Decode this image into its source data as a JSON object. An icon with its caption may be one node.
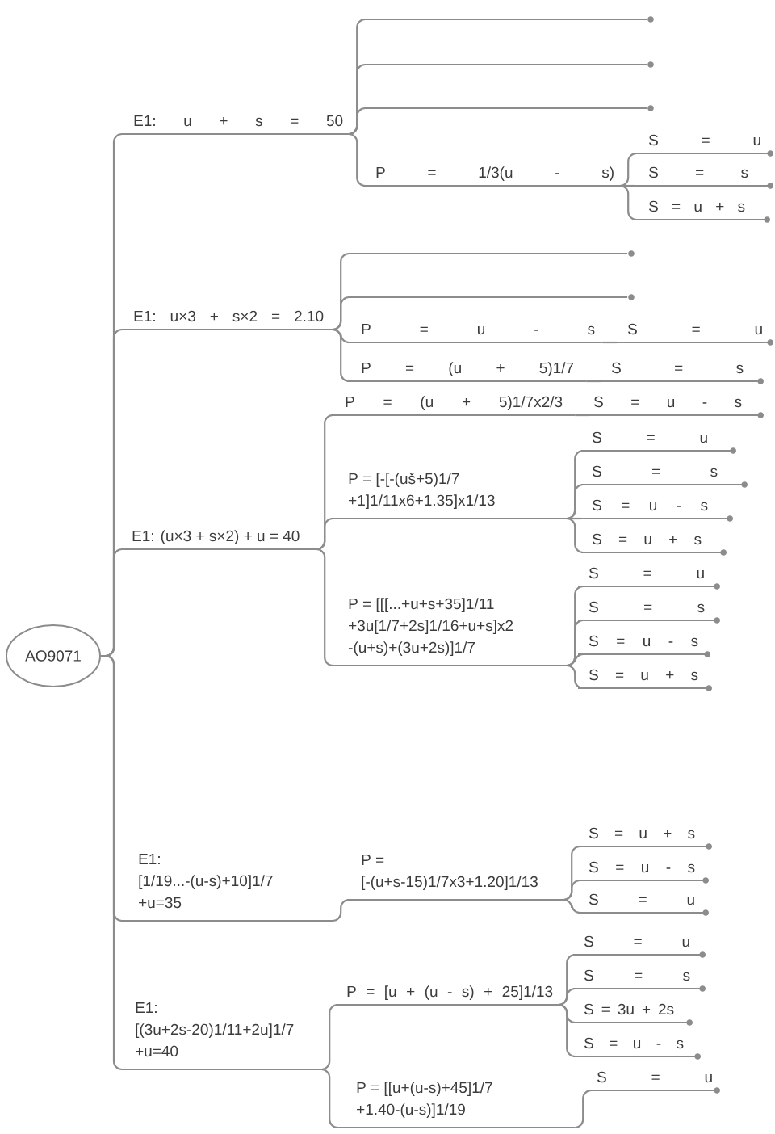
{
  "diagram": {
    "nodes": [
      {
        "text": [
          "AO9071"
        ]
      },
      {
        "text": [
          "E1: u + s = 50"
        ]
      },
      {
        "text": [],
        "shape": "dot"
      },
      {
        "text": [],
        "shape": "dot"
      },
      {
        "text": [],
        "shape": "dot"
      },
      {
        "text": [
          "P = 1/3(u - s)"
        ]
      },
      {
        "text": [
          "S = u"
        ]
      },
      {
        "text": [
          "S = s"
        ]
      },
      {
        "text": [
          "S = u + s"
        ]
      },
      {
        "text": [
          "E1: u×3 + s×2 = 2.10"
        ]
      },
      {
        "text": [],
        "shape": "dot"
      },
      {
        "text": [],
        "shape": "dot"
      },
      {
        "text": [
          "P = u - s"
        ]
      },
      {
        "text": [
          "S = u"
        ]
      },
      {
        "text": [
          "P = (u + 5)1/7"
        ]
      },
      {
        "text": [
          "S = s"
        ]
      },
      {
        "text": [
          "E1: (u×3 + s×2) + u = 40"
        ]
      },
      {
        "text": [
          "P = (u + 5)1/7x2/3"
        ]
      },
      {
        "text": [
          "S = u - s"
        ]
      },
      {
        "text": [
          "P = [-[-(uš+5)1/7 +1]1/11x6+1.35]x1/13"
        ]
      },
      {
        "text": [
          "S = u"
        ]
      },
      {
        "text": [
          "S = s"
        ]
      },
      {
        "text": [
          "S = u - s"
        ]
      },
      {
        "text": [
          "S = u + s"
        ]
      },
      {
        "text": [
          "P = [[[...+u+s+35]1/11 +3u[1/7+2s]1/16+u+s]x2 -(u+s)+(3u+2s)]1/7"
        ]
      },
      {
        "text": [
          "S = u"
        ]
      },
      {
        "text": [
          "S = s"
        ]
      },
      {
        "text": [
          "S = u - s"
        ]
      },
      {
        "text": [
          "S = u + s"
        ]
      },
      {
        "text": [
          "E1: [1/19...-(u-s)+10]1/7 +u=35"
        ]
      },
      {
        "text": [
          "P = [-(u+s-15)1/7x3+1.20]1/13"
        ]
      },
      {
        "text": [
          "S = u + s"
        ]
      },
      {
        "text": [
          "S = u - s"
        ]
      },
      {
        "text": [
          "S = u"
        ]
      },
      {
        "text": [
          "E1: [(3u+2s-20)1/11+2u]1/7 +u=40"
        ]
      },
      {
        "text": [
          "P = [u + (u - s) + 25]1/13"
        ]
      },
      {
        "text": [
          "S = u"
        ]
      },
      {
        "text": [
          "S = s"
        ]
      },
      {
        "text": [
          "S = 3u + 2s"
        ]
      },
      {
        "text": [
          "S = u - s"
        ]
      },
      {
        "text": [
          "P = [[u+(u-s)+45]1/7 +1.40-(u-s)]1/19"
        ]
      },
      {
        "text": [
          "S = u"
        ]
      }
    ],
    "edges": [
      {
        "from": 0,
        "to": 1,
        "arrow": "none"
      },
      {
        "from": 1,
        "to": 2,
        "arrow": "none"
      },
      {
        "from": 1,
        "to": 3,
        "arrow": "none"
      },
      {
        "from": 1,
        "to": 4,
        "arrow": "none"
      },
      {
        "from": 1,
        "to": 5,
        "arrow": "none"
      },
      {
        "from": 5,
        "to": 6,
        "arrow": "none"
      },
      {
        "from": 5,
        "to": 7,
        "arrow": "none"
      },
      {
        "from": 5,
        "to": 8,
        "arrow": "none"
      },
      {
        "from": 0,
        "to": 9,
        "arrow": "none"
      },
      {
        "from": 9,
        "to": 10,
        "arrow": "none"
      },
      {
        "from": 9,
        "to": 11,
        "arrow": "none"
      },
      {
        "from": 9,
        "to": 12,
        "arrow": "none"
      },
      {
        "from": 12,
        "to": 13,
        "arrow": "none"
      },
      {
        "from": 9,
        "to": 14,
        "arrow": "none"
      },
      {
        "from": 14,
        "to": 15,
        "arrow": "none"
      },
      {
        "from": 0,
        "to": 16,
        "arrow": "none"
      },
      {
        "from": 16,
        "to": 17,
        "arrow": "none"
      },
      {
        "from": 17,
        "to": 18,
        "arrow": "none"
      },
      {
        "from": 16,
        "to": 19,
        "arrow": "none"
      },
      {
        "from": 19,
        "to": 20,
        "arrow": "none"
      },
      {
        "from": 19,
        "to": 21,
        "arrow": "none"
      },
      {
        "from": 19,
        "to": 22,
        "arrow": "none"
      },
      {
        "from": 19,
        "to": 23,
        "arrow": "none"
      },
      {
        "from": 16,
        "to": 24,
        "arrow": "none"
      },
      {
        "from": 24,
        "to": 25,
        "arrow": "none"
      },
      {
        "from": 24,
        "to": 26,
        "arrow": "none"
      },
      {
        "from": 24,
        "to": 27,
        "arrow": "none"
      },
      {
        "from": 24,
        "to": 28,
        "arrow": "none"
      },
      {
        "from": 0,
        "to": 29,
        "arrow": "none"
      },
      {
        "from": 29,
        "to": 30,
        "arrow": "none"
      },
      {
        "from": 30,
        "to": 31,
        "arrow": "none"
      },
      {
        "from": 30,
        "to": 32,
        "arrow": "none"
      },
      {
        "from": 30,
        "to": 33,
        "arrow": "none"
      },
      {
        "from": 0,
        "to": 34,
        "arrow": "none"
      },
      {
        "from": 34,
        "to": 35,
        "arrow": "none"
      },
      {
        "from": 35,
        "to": 36,
        "arrow": "none"
      },
      {
        "from": 35,
        "to": 37,
        "arrow": "none"
      },
      {
        "from": 35,
        "to": 38,
        "arrow": "none"
      },
      {
        "from": 35,
        "to": 39,
        "arrow": "none"
      },
      {
        "from": 34,
        "to": 40,
        "arrow": "none"
      },
      {
        "from": 40,
        "to": 41,
        "arrow": "none"
      }
    ]
  }
}
